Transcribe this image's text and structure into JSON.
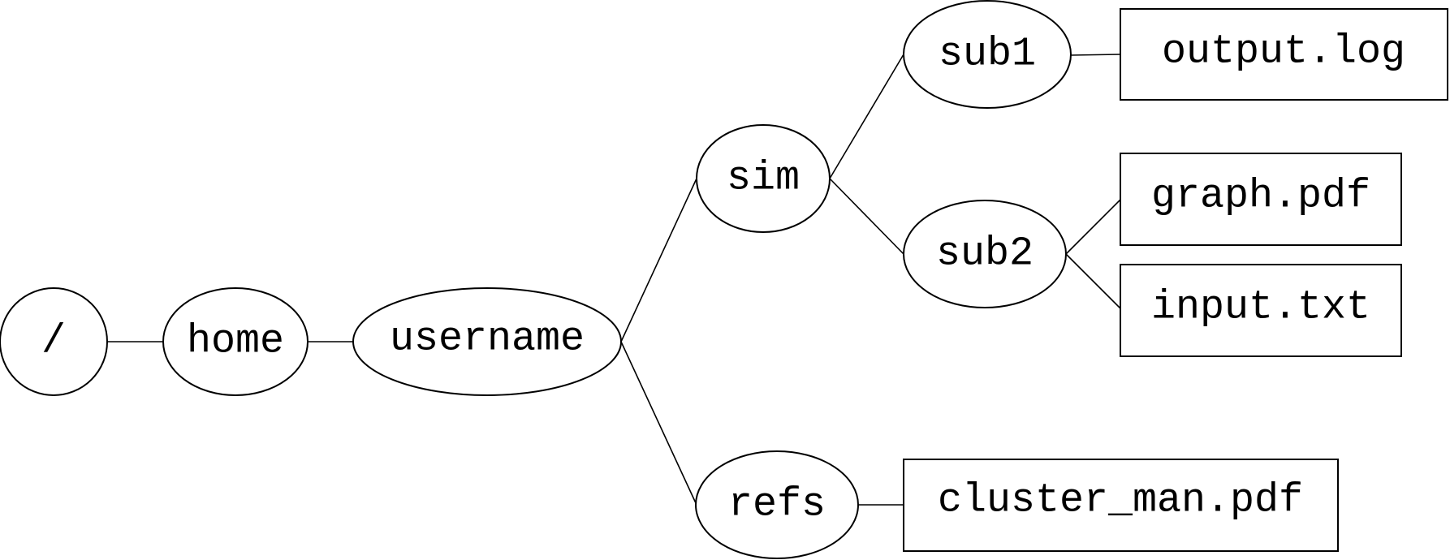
{
  "diagram": {
    "nodes": {
      "root": {
        "label": "/",
        "kind": "directory"
      },
      "home": {
        "label": "home",
        "kind": "directory"
      },
      "username": {
        "label": "username",
        "kind": "directory"
      },
      "sim": {
        "label": "sim",
        "kind": "directory"
      },
      "refs": {
        "label": "refs",
        "kind": "directory"
      },
      "sub1": {
        "label": "sub1",
        "kind": "directory"
      },
      "sub2": {
        "label": "sub2",
        "kind": "directory"
      },
      "output_log": {
        "label": "output.log",
        "kind": "file"
      },
      "graph_pdf": {
        "label": "graph.pdf",
        "kind": "file"
      },
      "input_txt": {
        "label": "input.txt",
        "kind": "file"
      },
      "cluster_man_pdf": {
        "label": "cluster_man.pdf",
        "kind": "file"
      }
    },
    "edges": [
      [
        "root",
        "home"
      ],
      [
        "home",
        "username"
      ],
      [
        "username",
        "sim"
      ],
      [
        "username",
        "refs"
      ],
      [
        "sim",
        "sub1"
      ],
      [
        "sim",
        "sub2"
      ],
      [
        "sub1",
        "output_log"
      ],
      [
        "sub2",
        "graph_pdf"
      ],
      [
        "sub2",
        "input_txt"
      ],
      [
        "refs",
        "cluster_man_pdf"
      ]
    ]
  }
}
